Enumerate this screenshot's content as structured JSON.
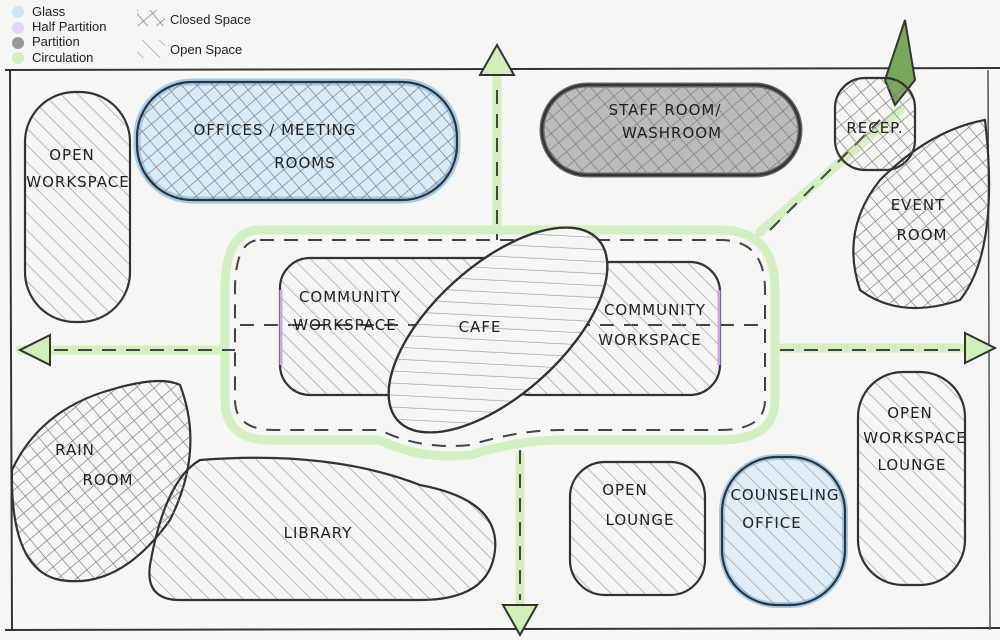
{
  "legend": {
    "glass": "Glass",
    "half_partition": "Half Partition",
    "partition": "Partition",
    "circulation": "Circulation",
    "closed_space": "Closed Space",
    "open_space": "Open Space",
    "colors": {
      "glass": "#cfe6f7",
      "half_partition": "#e3d2f5",
      "partition": "#9a9a9a",
      "circulation": "#d4f0c0"
    }
  },
  "rooms": {
    "open_workspace_left": [
      "OPEN",
      "WORKSPACE"
    ],
    "offices": [
      "OFFICES / MEETING",
      "ROOMS"
    ],
    "staff": [
      "STAFF ROOM/",
      "WASHROOM"
    ],
    "recep": "RECEP.",
    "event": [
      "EVENT",
      "ROOM"
    ],
    "community_left": [
      "COMMUNITY",
      "WORKSPACE"
    ],
    "cafe": "CAFE",
    "community_right": [
      "COMMUNITY",
      "WORKSPACE"
    ],
    "rain": [
      "RAIN",
      "ROOM"
    ],
    "library": "LIBRARY",
    "open_lounge": [
      "OPEN",
      "LOUNGE"
    ],
    "counseling": [
      "COUNSELING",
      "OFFICE"
    ],
    "open_workspace_lounge": [
      "OPEN",
      "WORKSPACE",
      "LOUNGE"
    ]
  }
}
